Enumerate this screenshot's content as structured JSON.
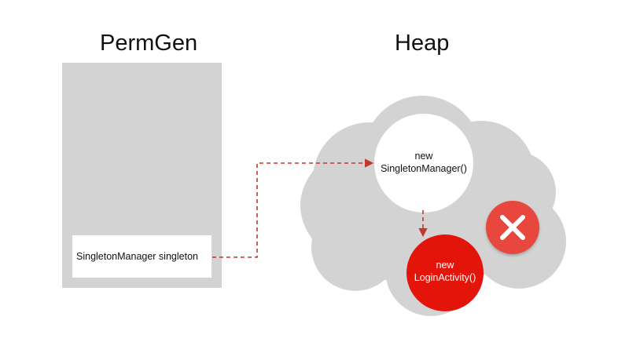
{
  "permgen": {
    "title": "PermGen",
    "reference_label": "SingletonManager singleton"
  },
  "heap": {
    "title": "Heap",
    "singleton_object": {
      "line1": "new",
      "line2": "SingletonManager()"
    },
    "activity_object": {
      "line1": "new",
      "line2": "LoginActivity()"
    }
  },
  "colors": {
    "region_gray": "#d3d3d3",
    "arrow_red": "#c0392b",
    "activity_red": "#e3140a",
    "close_red": "#e8473c"
  },
  "icons": {
    "gc_blocked": "close-icon"
  }
}
